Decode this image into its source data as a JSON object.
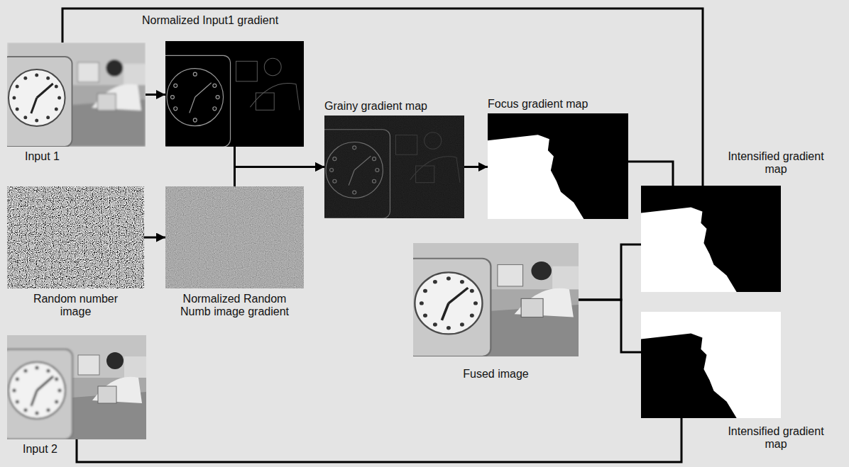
{
  "diagram": {
    "nodes": [
      {
        "text": [
          "Input 1"
        ]
      },
      {
        "text": [
          "Normalized Input1 gradient"
        ]
      },
      {
        "text": [
          "Random number image"
        ]
      },
      {
        "text": [
          "Normalized Random Numb image gradient"
        ]
      },
      {
        "text": [
          "Input 2"
        ]
      },
      {
        "text": [
          "Grainy gradient map"
        ]
      },
      {
        "text": [
          "Focus gradient map"
        ]
      },
      {
        "text": [
          "Intensified gradient map"
        ]
      },
      {
        "text": [
          "Fused image"
        ]
      },
      {
        "text": [
          "Intensified gradient map"
        ]
      }
    ],
    "edges": [
      {
        "from": 0,
        "to": 1,
        "arrow": "to"
      },
      {
        "from": 2,
        "to": 3,
        "arrow": "to"
      },
      {
        "from": 1,
        "to": 5,
        "arrow": "to"
      },
      {
        "from": 3,
        "to": 5,
        "arrow": "to"
      },
      {
        "from": 5,
        "to": 6,
        "arrow": "to"
      },
      {
        "from": 6,
        "to": 7,
        "arrow": "none"
      },
      {
        "from": 0,
        "to": 7,
        "arrow": "none"
      },
      {
        "from": 4,
        "to": 9,
        "arrow": "none"
      },
      {
        "from": 7,
        "to": 8,
        "arrow": "none"
      },
      {
        "from": 9,
        "to": 8,
        "arrow": "none"
      }
    ]
  }
}
